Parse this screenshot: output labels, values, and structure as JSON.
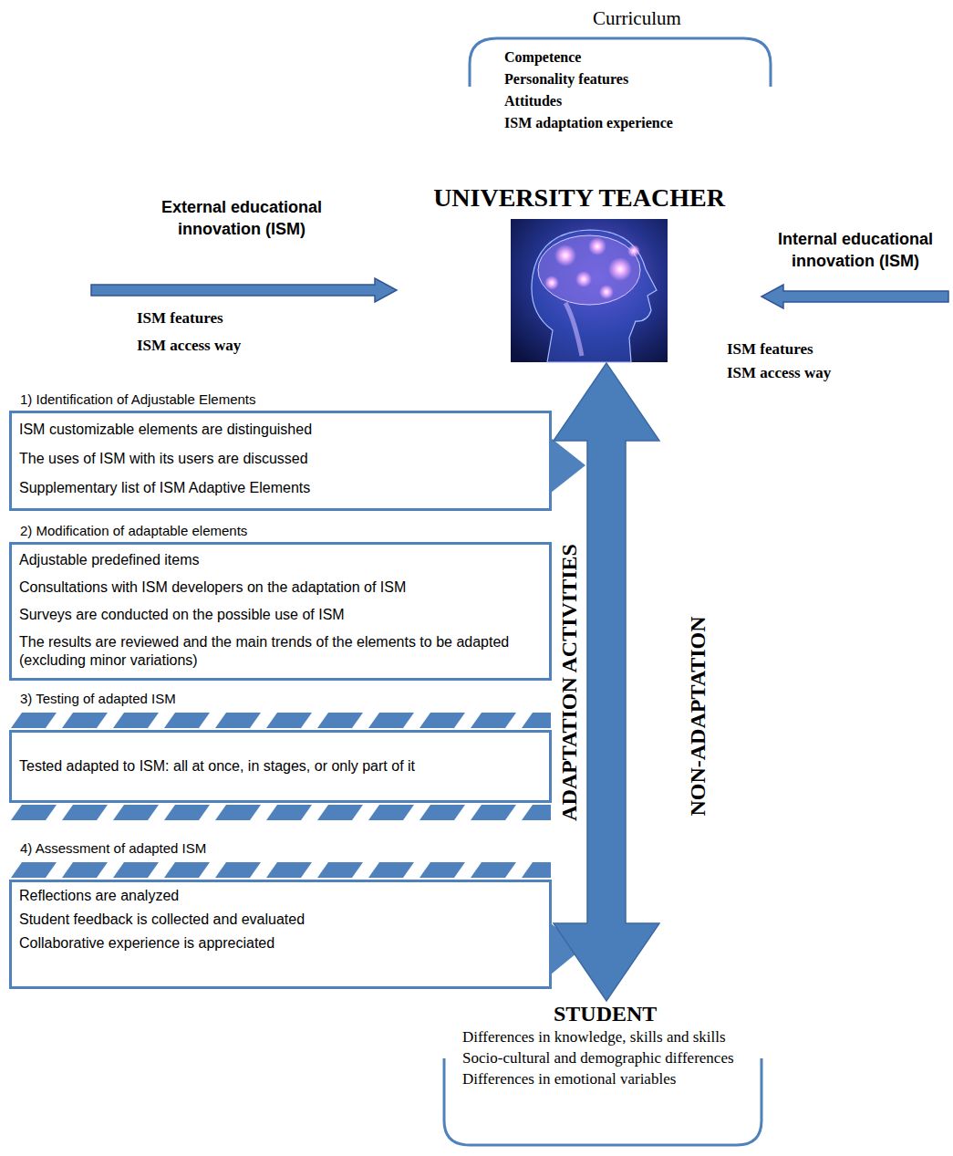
{
  "diagram": {
    "nodes": [
      {
        "text": [
          "Curriculum",
          "Competence",
          "Personality features",
          "Attitudes",
          "ISM adaptation experience"
        ]
      },
      {
        "text": [
          "External educational innovation (ISM)"
        ]
      },
      {
        "text": [
          "UNIVERSITY TEACHER"
        ]
      },
      {
        "text": [
          "Internal educational innovation (ISM)"
        ]
      },
      {
        "text": [
          "1) Identification of Adjustable Elements",
          "ISM customizable elements are distinguished",
          "The uses of ISM with its users are discussed",
          "Supplementary list of ISM Adaptive Elements"
        ]
      },
      {
        "text": [
          "2) Modification of adaptable elements",
          "Adjustable predefined items",
          "Consultations with ISM developers on the adaptation of ISM",
          "Surveys are conducted on the possible use of ISM",
          "The results are reviewed and the main trends of the elements to be adapted (excluding minor variations)"
        ]
      },
      {
        "text": [
          "3) Testing of adapted ISM",
          "Tested adapted to ISM: all at once, in stages, or only part of it"
        ]
      },
      {
        "text": [
          "4) Assessment of adapted ISM",
          "Reflections are analyzed",
          "Student feedback is collected and evaluated",
          "Collaborative experience is appreciated"
        ]
      },
      {
        "text": [
          "STUDENT",
          "Differences in knowledge, skills and skills",
          "Socio-cultural and demographic differences",
          "Differences in emotional variables"
        ]
      }
    ],
    "edges": [
      {
        "from": 1,
        "to": 2,
        "arrow": "to"
      },
      {
        "from": 3,
        "to": 2,
        "arrow": "to"
      },
      {
        "from": 2,
        "to": 8,
        "label": "ADAPTATION ACTIVITIES",
        "arrow": "both"
      }
    ],
    "labels": [
      "ISM features",
      "ISM access way",
      "ISM features",
      "ISM access way",
      "NON-ADAPTATION"
    ]
  }
}
